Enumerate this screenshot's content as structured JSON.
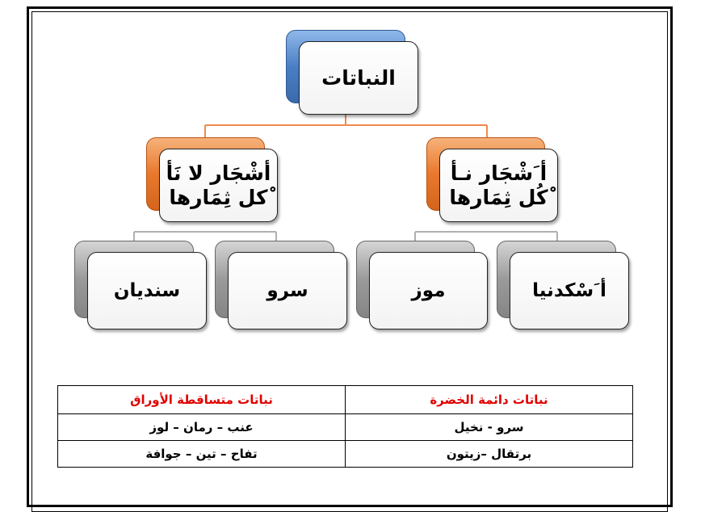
{
  "diagram": {
    "root": "النباتات",
    "categories": [
      {
        "label": "أ َشْجَار نـأ ْكُل ثِمَارها",
        "examples": [
          "أ َسْكدنيا",
          "موز"
        ]
      },
      {
        "label": "أشْجَار لا نَأ ْكل ثِمَارها",
        "examples": [
          "سرو",
          "سنديان"
        ]
      }
    ],
    "colors": {
      "root_accent": "#4a7fc4",
      "category_accent": "#e9782c",
      "leaf_accent": "#9a9a9a",
      "connector": "#f08a4b",
      "leaf_connector": "#b0b0b0"
    }
  },
  "table": {
    "headers": [
      "نباتات دائمة الخضرة",
      "نباتات متساقطة الأوراق"
    ],
    "rows": [
      [
        "سرو - نخيل",
        "عنب – رمان – لوز"
      ],
      [
        "برتقال –زيتون",
        "تفاح – تين – جوافة"
      ]
    ],
    "header_color": "#e00000"
  }
}
